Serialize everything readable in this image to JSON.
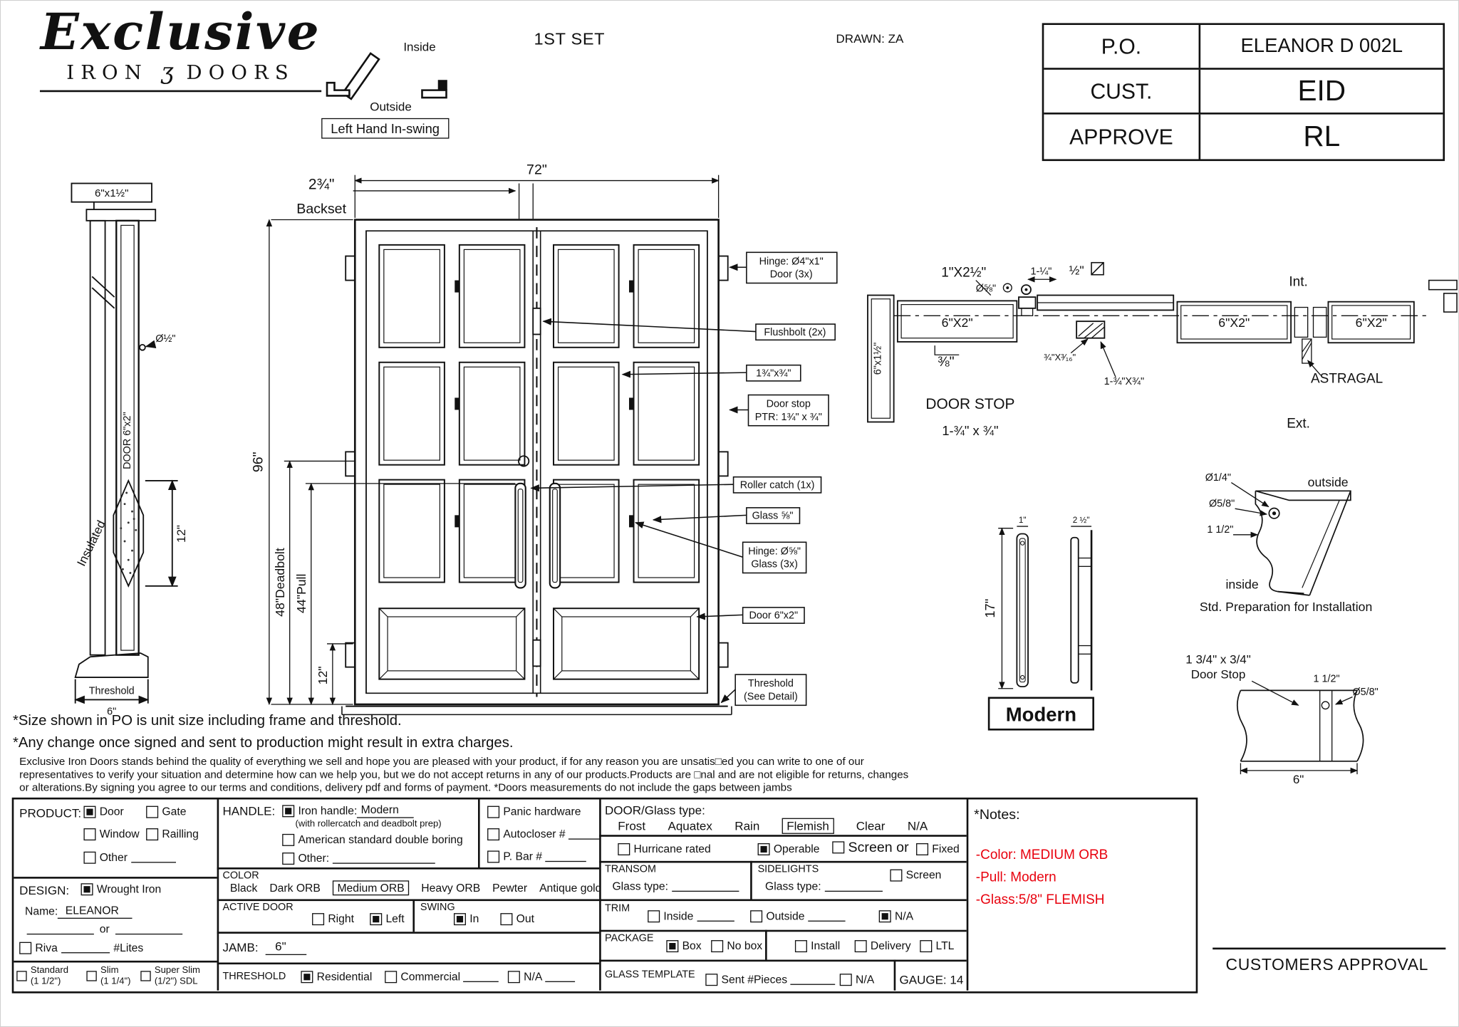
{
  "header": {
    "logo_script": "Exclusive",
    "logo_iron": "IRON",
    "logo_amp": "ʒ",
    "logo_doors": "DOORS",
    "swing_inside": "Inside",
    "swing_outside": "Outside",
    "swing_type": "Left Hand In-swing",
    "set_title": "1ST SET",
    "drawn_by": "DRAWN: ZA"
  },
  "approval_table": {
    "rows": [
      {
        "label": "P.O.",
        "value": "ELEANOR D 002L"
      },
      {
        "label": "CUST.",
        "value": "EID"
      },
      {
        "label": "APPROVE",
        "value": "RL"
      }
    ]
  },
  "side_view": {
    "top_dim": "6\"x1½\"",
    "hole_dim": "Ø½\"",
    "door_edge": "DOOR 6\"x2\"",
    "insulated": "Insulated",
    "glass_height": "12\"",
    "threshold_label": "Threshold",
    "threshold_width": "6\""
  },
  "elevation": {
    "overall_width": "72\"",
    "backset_value": "2¾\"",
    "backset_label": "Backset",
    "overall_height": "96\"",
    "deadbolt_height": "48\"Deadbolt",
    "pull_height": "44\"Pull",
    "bottom_rail": "12\"",
    "callout_hinge_door_1": "Hinge: Ø4\"x1\"",
    "callout_hinge_door_2": "Door (3x)",
    "callout_flushbolt": "Flushbolt (2x)",
    "callout_stile": "1¾\"x¾\"",
    "callout_doorstop_1": "Door stop",
    "callout_doorstop_2": "PTR: 1¾\" x ¾\"",
    "callout_roller": "Roller catch  (1x)",
    "callout_glass": "Glass ⅝\"",
    "callout_hinge_glass_1": "Hinge: Ø⅝\"",
    "callout_hinge_glass_2": "Glass (3x)",
    "callout_door": "Door 6\"x2\"",
    "callout_threshold_1": "Threshold",
    "callout_threshold_2": "(See Detail)"
  },
  "plan_view": {
    "dim_1x2": "1\"X2½\"",
    "dim_phi58": "Ø⅝\"",
    "dim_114": "1-¼\"",
    "dim_half": "½\"",
    "interior": "Int.",
    "box_left": "6\"X2\"",
    "box_mid": "6\"X2\"",
    "box_right": "6\"X2\"",
    "jamb_vert": "6\"x1½\"",
    "dim_38": "⅜\"",
    "dim_34x316": "¾\"X³⁄₁₆\"",
    "dim_134x34": "1-¾\"X¾\"",
    "stop_title": "DOOR STOP",
    "stop_size": "1-¾\" x ¾\"",
    "astragal": "ASTRAGAL",
    "exterior": "Ext."
  },
  "handle_detail": {
    "height": "17\"",
    "width_front": "1\"",
    "width_side": "2 ½\"",
    "name": "Modern"
  },
  "prep_detail": {
    "dia14": "Ø1/4\"",
    "dia58": "Ø5/8\"",
    "offset": "1 1/2\"",
    "outside": "outside",
    "inside": "inside",
    "caption": "Std. Preparation for Installation"
  },
  "stop_detail": {
    "size": "1 3/4\" x 3/4\"",
    "label": "Door Stop",
    "offset": "1 1/2\"",
    "dia": "Ø5/8\"",
    "width": "6\""
  },
  "notes": {
    "line1": "*Size shown in PO is unit size including frame and threshold.",
    "line2": "*Any change once signed and sent to production might result in extra charges.",
    "paragraph": "Exclusive Iron Doors stands behind the quality of everything we sell and hope you are pleased with your product, if for any reason you are unsatis□ed you can write to one of our representatives to verify your situation and determine how can we help you, but we do not accept returns in any of our products.Products are □nal and are not eligible for returns, changes or alterations.By signing you agree to our terms and conditions, delivery pdf and forms of payment. *Doors measurements do not include the gaps between jambs"
  },
  "form": {
    "product": {
      "label": "PRODUCT:",
      "options": [
        {
          "label": "Door",
          "checked": true
        },
        {
          "label": "Gate",
          "checked": false
        },
        {
          "label": "Window",
          "checked": false
        },
        {
          "label": "Railling",
          "checked": false
        },
        {
          "label": "Other",
          "checked": false
        }
      ]
    },
    "design": {
      "label": "DESIGN:",
      "wrought": {
        "label": "Wrought Iron",
        "checked": true
      },
      "name_label": "Name:",
      "name_value": "ELEANOR",
      "or_text": "or",
      "riva": {
        "label": "Riva",
        "checked": false
      },
      "lites": "#Lites",
      "sdl": [
        {
          "l1": "Standard",
          "l2": "(1 1/2\")",
          "checked": false
        },
        {
          "l1": "Slim",
          "l2": "(1 1/4\")",
          "checked": false
        },
        {
          "l1": "Super Slim",
          "l2": "(1/2\") SDL",
          "checked": false
        }
      ]
    },
    "handle": {
      "label": "HANDLE:",
      "iron": {
        "label": "Iron handle:",
        "value": "Modern",
        "note": "(with rollercatch and deadbolt prep)",
        "checked": true
      },
      "american": {
        "label": "American standard double boring",
        "checked": false
      },
      "other": {
        "label": "Other:",
        "checked": false
      },
      "panic": {
        "label": "Panic hardware",
        "checked": false
      },
      "autocloser": {
        "label": "Autocloser #",
        "checked": false
      },
      "pbar": {
        "label": "P. Bar #",
        "checked": false
      }
    },
    "color": {
      "label": "COLOR",
      "options": [
        {
          "label": "Black",
          "selected": false
        },
        {
          "label": "Dark ORB",
          "selected": false
        },
        {
          "label": "Medium ORB",
          "selected": true
        },
        {
          "label": "Heavy ORB",
          "selected": false
        },
        {
          "label": "Pewter",
          "selected": false
        },
        {
          "label": "Antique gold",
          "selected": false
        }
      ]
    },
    "active_door": {
      "label": "ACTIVE DOOR",
      "right": {
        "label": "Right",
        "checked": false
      },
      "left": {
        "label": "Left",
        "checked": true
      }
    },
    "swing": {
      "label": "SWING",
      "in": {
        "label": "In",
        "checked": true
      },
      "out": {
        "label": "Out",
        "checked": false
      }
    },
    "jamb": {
      "label": "JAMB:",
      "value": "6\""
    },
    "threshold": {
      "label": "THRESHOLD",
      "options": [
        {
          "label": "Residential",
          "checked": true
        },
        {
          "label": "Commercial",
          "checked": false
        },
        {
          "label": "N/A",
          "checked": false
        }
      ]
    },
    "glass": {
      "label": "DOOR/Glass type:",
      "options": [
        {
          "label": "Frost",
          "selected": false
        },
        {
          "label": "Aquatex",
          "selected": false
        },
        {
          "label": "Rain",
          "selected": false
        },
        {
          "label": "Flemish",
          "selected": true
        },
        {
          "label": "Clear",
          "selected": false
        },
        {
          "label": "N/A",
          "selected": false
        }
      ]
    },
    "hurricane": {
      "label": "Hurricane rated",
      "checked": false
    },
    "operable": {
      "label": "Operable",
      "checked": true
    },
    "screen_or": {
      "label": "Screen or",
      "checked": false
    },
    "fixed": {
      "label": "Fixed",
      "checked": false
    },
    "transom": {
      "label": "TRANSOM",
      "glass_label": "Glass type:"
    },
    "sidelights": {
      "label": "SIDELIGHTS",
      "glass_label": "Glass type:",
      "screen": {
        "label": "Screen",
        "checked": false
      }
    },
    "trim": {
      "label": "TRIM",
      "inside": {
        "label": "Inside",
        "checked": false
      },
      "outside": {
        "label": "Outside",
        "checked": false
      },
      "na": {
        "label": "N/A",
        "checked": true
      }
    },
    "package": {
      "label": "PACKAGE",
      "box": {
        "label": "Box",
        "checked": true
      },
      "nobox": {
        "label": "No box",
        "checked": false
      },
      "install": {
        "label": "Install",
        "checked": false
      },
      "delivery": {
        "label": "Delivery",
        "checked": false
      },
      "ltl": {
        "label": "LTL",
        "checked": false
      }
    },
    "glass_template": {
      "label": "GLASS TEMPLATE",
      "sent": {
        "label": "Sent #Pieces",
        "checked": false
      },
      "na": {
        "label": "N/A",
        "checked": false
      },
      "gauge": "GAUGE: 14"
    },
    "notes_box": {
      "title": "*Notes:",
      "lines": [
        "-Color: MEDIUM ORB",
        "-Pull: Modern",
        "-Glass:5/8\" FLEMISH"
      ]
    }
  },
  "footer": {
    "approval": "CUSTOMERS APPROVAL"
  }
}
